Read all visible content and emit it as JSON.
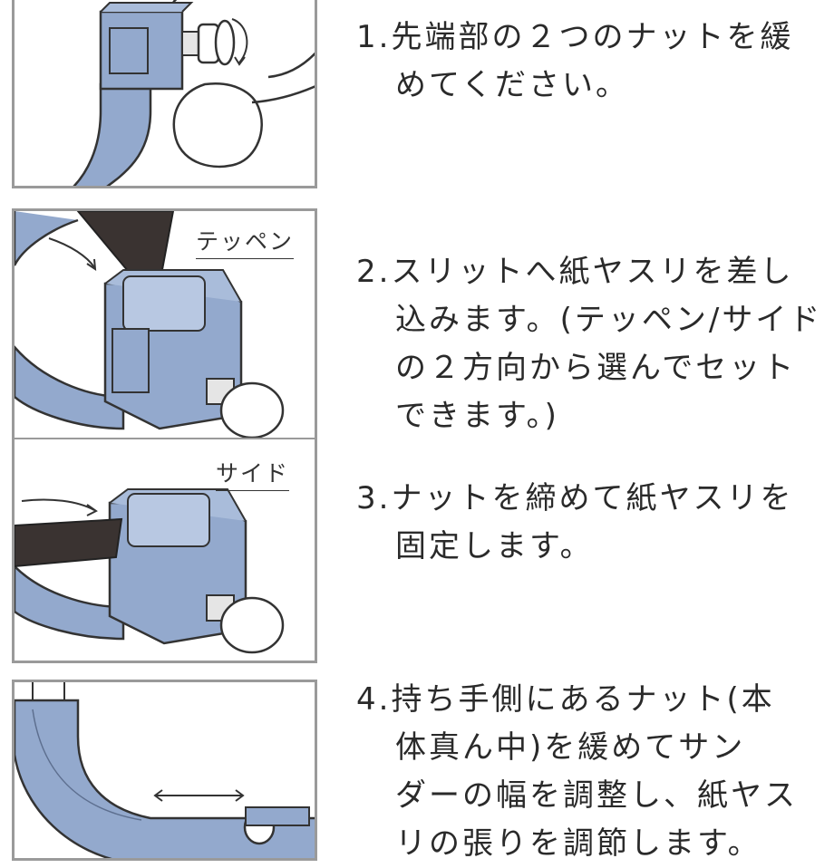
{
  "captions": {
    "teppen": "テッペン",
    "side": "サイド"
  },
  "steps": [
    {
      "number": "1.",
      "lines": [
        "先端部の２つのナットを緩",
        "めてください。"
      ]
    },
    {
      "number": "2.",
      "lines": [
        "スリットへ紙ヤスリを差し",
        "込みます。(テッペン/サイド",
        "の２方向から選んでセット",
        "できます。)"
      ]
    },
    {
      "number": "3.",
      "lines": [
        "ナットを締めて紙ヤスリを",
        "固定します。"
      ]
    },
    {
      "number": "4.",
      "lines": [
        "持ち手側にあるナット(本",
        "体真ん中)を緩めてサン",
        "ダーの幅を調整し、紙ヤス",
        "リの張りを調節します。"
      ]
    }
  ],
  "colors": {
    "tool_blue": "#93a9cd",
    "outline": "#333333",
    "paper_strip": "#3a3331",
    "border_gray": "#9a9a9a"
  }
}
